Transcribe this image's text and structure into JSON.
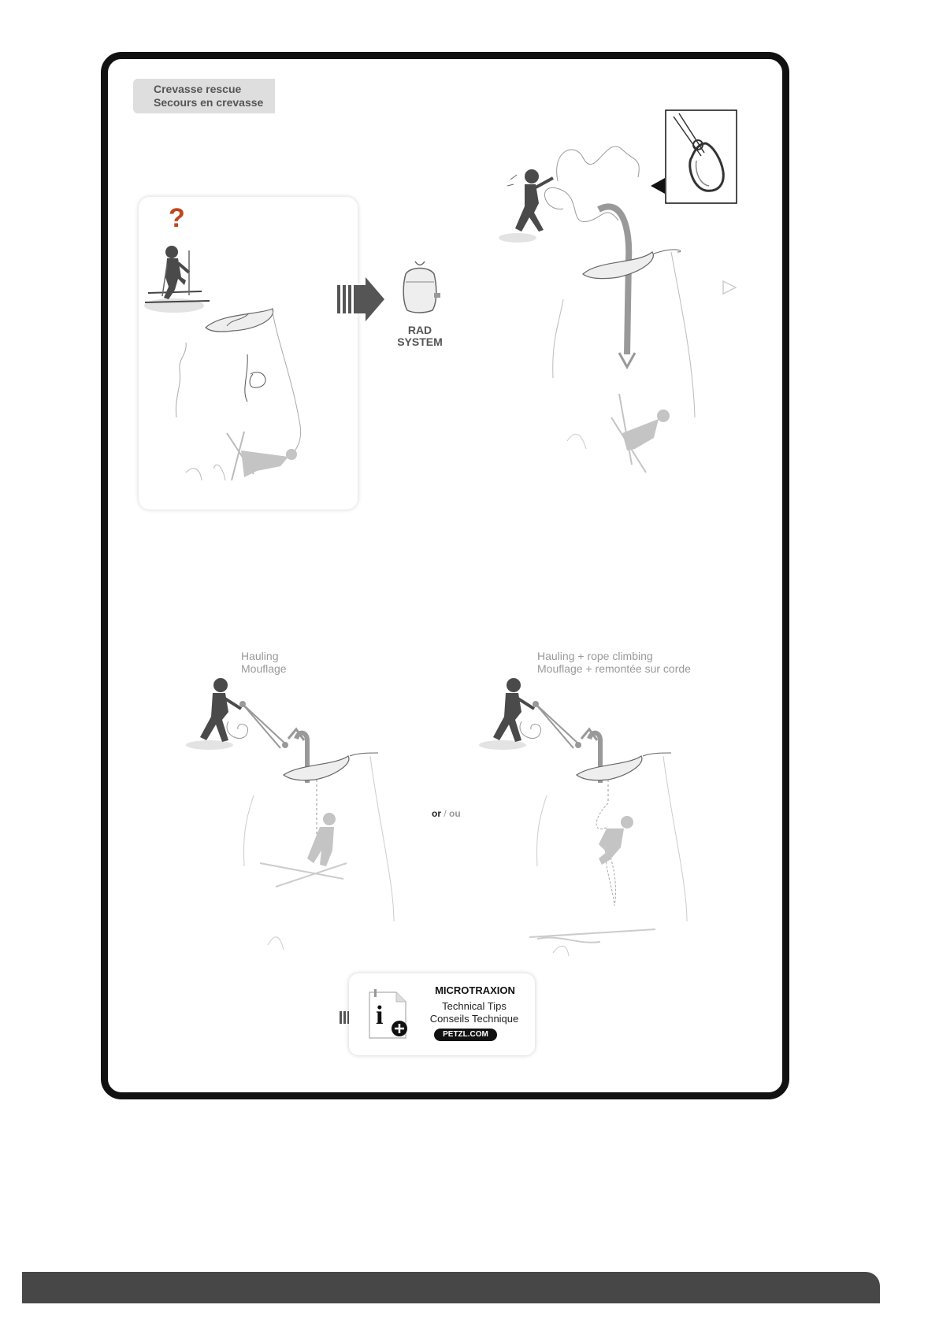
{
  "header": {
    "title_en": "Crevasse rescue",
    "title_fr": "Secours en crevasse"
  },
  "scene1": {
    "question_mark": "?",
    "equipment_label_line1": "RAD",
    "equipment_label_line2": "SYSTEM"
  },
  "scene3": {
    "label_en": "Hauling",
    "label_fr": "Mouflage"
  },
  "scene4": {
    "label_en": "Hauling + rope climbing",
    "label_fr": "Mouflage + remontée sur corde"
  },
  "separator": {
    "or": "or",
    "slash": "/",
    "ou": "ou"
  },
  "info_card": {
    "product": "MICROTRAXION",
    "line1": "Technical Tips",
    "line2": "Conseils Technique",
    "link": "PETZL.COM"
  },
  "colors": {
    "frame": "#111111",
    "accent": "#c0461c",
    "figure_dark": "#4a4a4a",
    "figure_light": "#c4c4c4",
    "footer": "#474747"
  }
}
